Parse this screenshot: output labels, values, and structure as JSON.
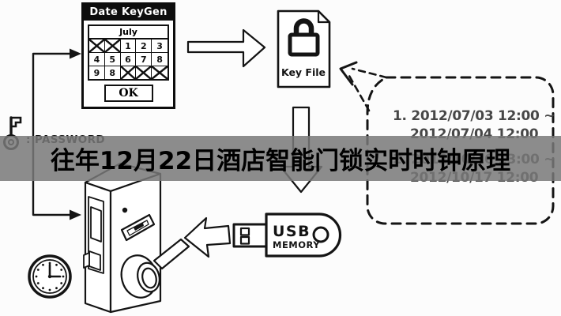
{
  "overlay": {
    "title": "往年12月22日酒店智能门锁实时时钟原理"
  },
  "keygen": {
    "window_title": "Date KeyGen",
    "month": "July",
    "calendar_rows": [
      [
        "X",
        "X",
        "1",
        "2",
        "3"
      ],
      [
        "4",
        "5",
        "6",
        "7",
        "8"
      ],
      [
        "9",
        "8",
        "X",
        "X",
        "X"
      ]
    ],
    "ok_label": "OK"
  },
  "password": {
    "label": ": PASSWORD"
  },
  "key_file": {
    "label": "Key File"
  },
  "usb": {
    "label_top": "USB",
    "label_bottom": "MEMORY"
  },
  "bubble": {
    "entries": [
      {
        "index": "1.",
        "from": "2012/07/03 12:00 ~",
        "to": "2012/07/04 12:00"
      },
      {
        "index": "2.",
        "from": "2012/10/16 13:00 ~",
        "to": "2012/10/17 12:00"
      }
    ]
  },
  "clock": {
    "time_shown": "3:00"
  },
  "colors": {
    "ink": "#141414",
    "band": "#787878",
    "title_text": "#000000",
    "bubble_text": "#474747"
  }
}
